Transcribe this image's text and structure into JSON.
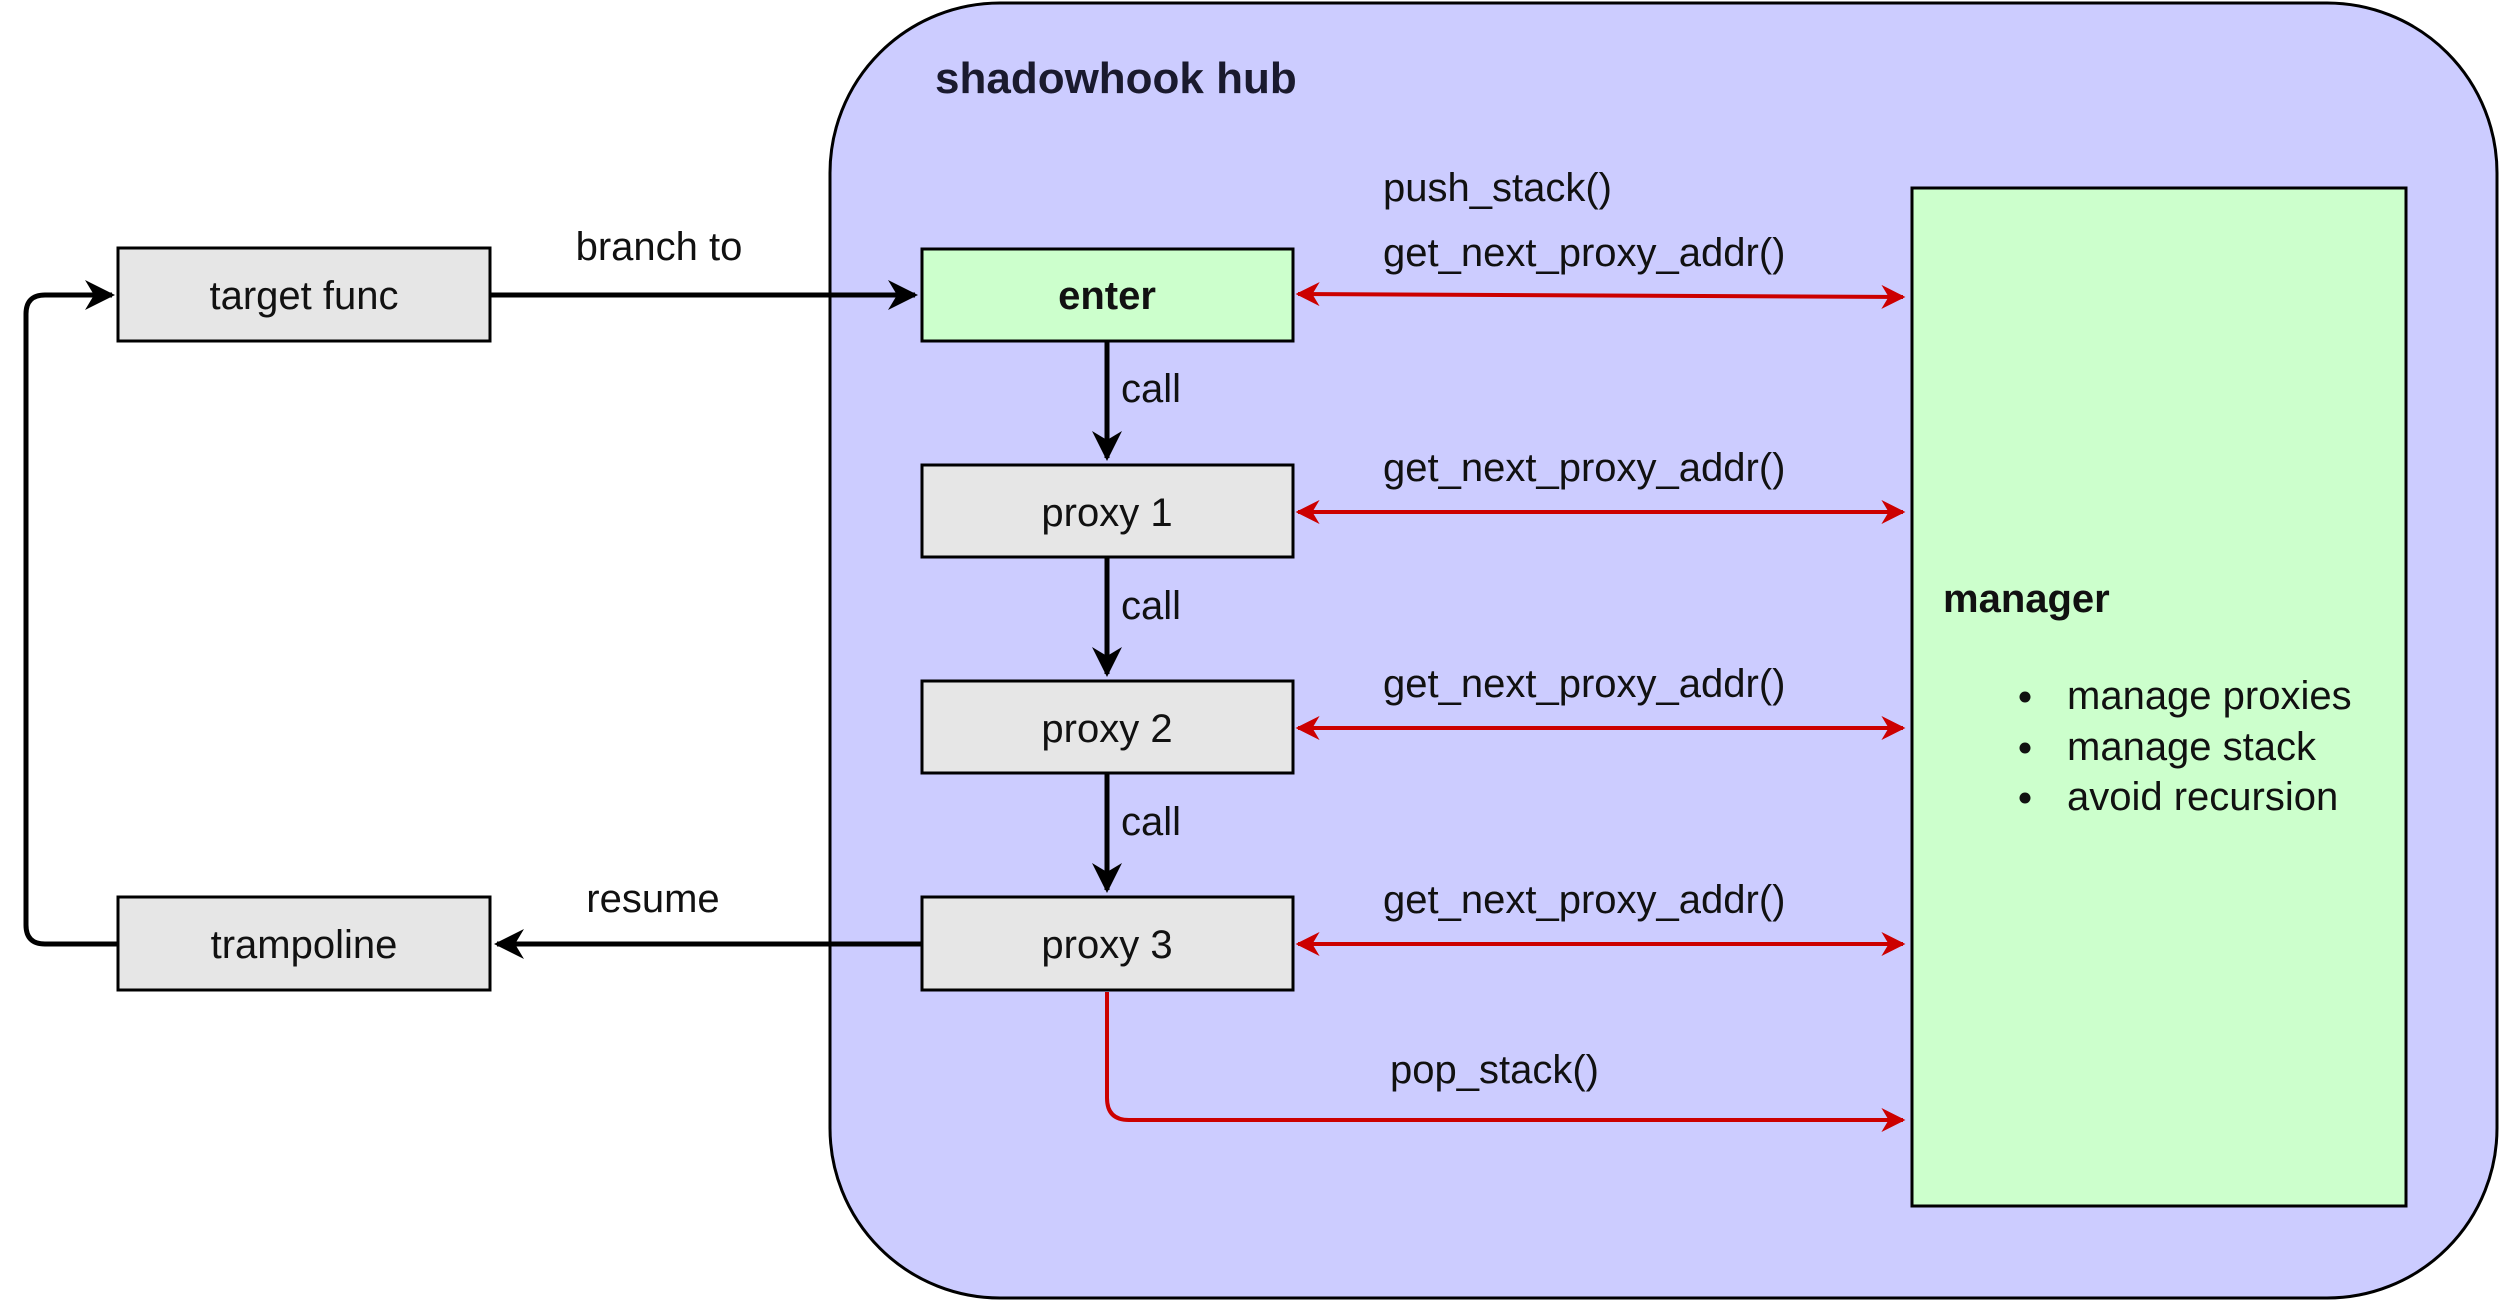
{
  "hub": {
    "title": "shadowhook hub",
    "fill": "#ccccff",
    "border": "#000000"
  },
  "nodes": {
    "target_func": {
      "label": "target func",
      "fill": "#e6e6e6"
    },
    "trampoline": {
      "label": "trampoline",
      "fill": "#e6e6e6"
    },
    "enter": {
      "label": "enter",
      "fill": "#ccffcc"
    },
    "proxy1": {
      "label": "proxy 1",
      "fill": "#e6e6e6"
    },
    "proxy2": {
      "label": "proxy 2",
      "fill": "#e6e6e6"
    },
    "proxy3": {
      "label": "proxy 3",
      "fill": "#e6e6e6"
    }
  },
  "manager": {
    "title": "manager",
    "fill": "#ccffcc",
    "items": [
      "manage proxies",
      "manage stack",
      "avoid recursion"
    ]
  },
  "edges": {
    "branch_to": "branch to",
    "resume": "resume",
    "call_1": "call",
    "call_2": "call",
    "call_3": "call",
    "push_stack": "push_stack()",
    "enter_get_next": "get_next_proxy_addr()",
    "proxy1_get_next": "get_next_proxy_addr()",
    "proxy2_get_next": "get_next_proxy_addr()",
    "proxy3_get_next": "get_next_proxy_addr()",
    "pop_stack": "pop_stack()"
  },
  "colors": {
    "black_arrow": "#000000",
    "red_arrow": "#cc0000"
  }
}
